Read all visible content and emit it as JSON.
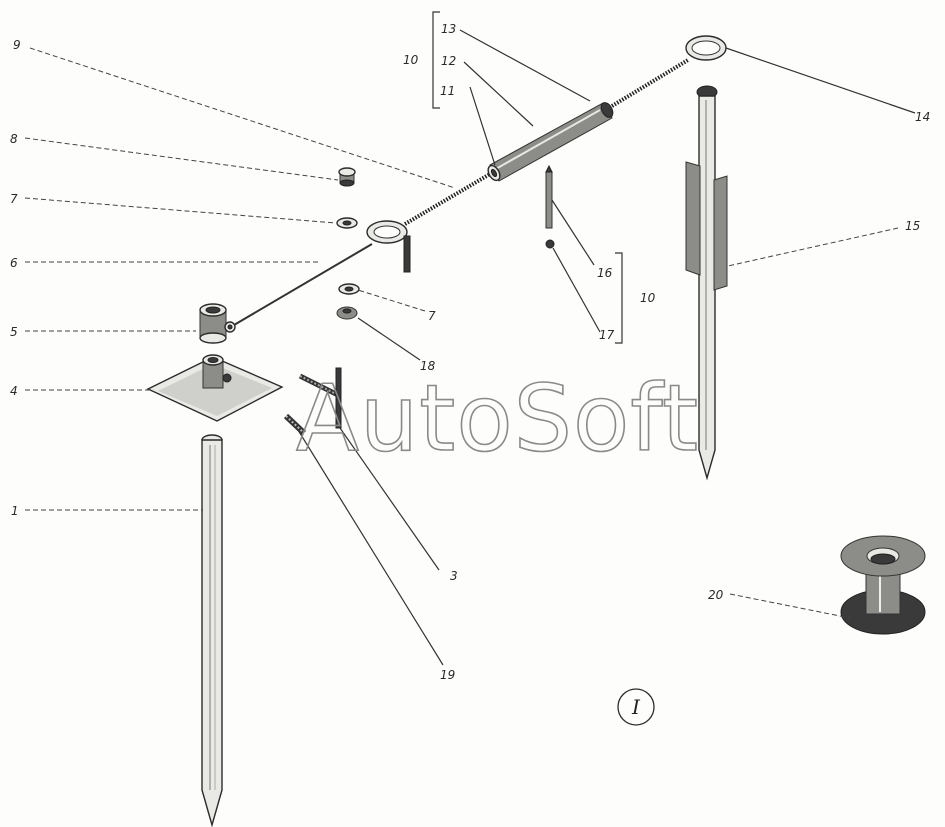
{
  "watermark": "AutoSoft",
  "view_marker": "I",
  "callouts": {
    "c1": "1",
    "c3": "3",
    "c4": "4",
    "c5": "5",
    "c6": "6",
    "c7a": "7",
    "c7b": "7",
    "c8": "8",
    "c9": "9",
    "c10a": "10",
    "c10b": "10",
    "c11": "11",
    "c12": "12",
    "c13": "13",
    "c14": "14",
    "c15": "15",
    "c16": "16",
    "c17": "17",
    "c18": "18",
    "c19": "19",
    "c20": "20"
  },
  "colors": {
    "ink": "#2b2b2b",
    "paper": "#fdfdfc",
    "watermark": "#8a8a8a"
  }
}
